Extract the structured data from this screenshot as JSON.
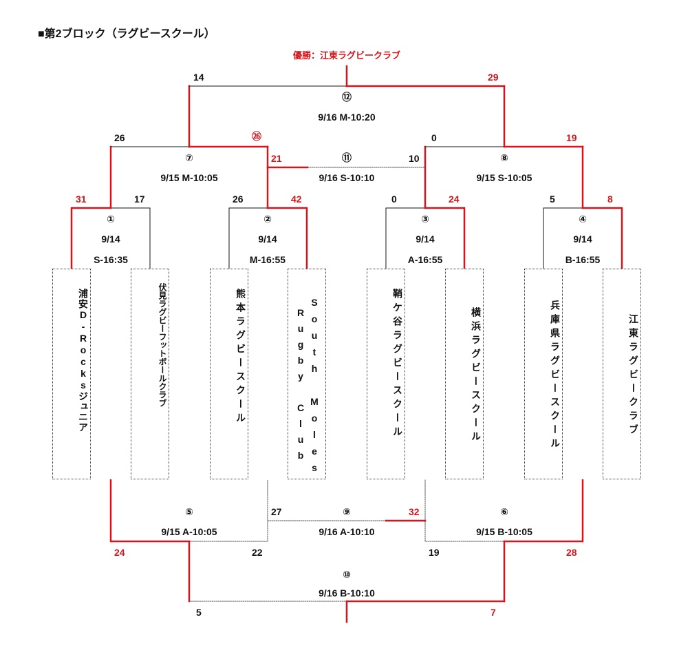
{
  "title": "■第2ブロック（ラグビースクール）",
  "champion": "優勝：江東ラグビークラブ",
  "teams": [
    {
      "name": "浦安D-Rocksジュニア"
    },
    {
      "name": "伏見ラグビーフットボールクラブ"
    },
    {
      "name": "熊本ラグビースクール"
    },
    {
      "name_line1": "South Moles",
      "name_line2": "Rugby Club"
    },
    {
      "name": "鞘ケ谷ラグビースクール"
    },
    {
      "name": "横浜ラグビースクール"
    },
    {
      "name": "兵庫県ラグビースクール"
    },
    {
      "name": "江東ラグビークラブ"
    }
  ],
  "matches": {
    "m1": {
      "num": "①",
      "date": "9/14",
      "slot": "S-16:35",
      "left_score": "31",
      "right_score": "17"
    },
    "m2": {
      "num": "②",
      "date": "9/14",
      "slot": "M-16:55",
      "left_score": "26",
      "right_score": "42"
    },
    "m3": {
      "num": "③",
      "date": "9/14",
      "slot": "A-16:55",
      "left_score": "0",
      "right_score": "24"
    },
    "m4": {
      "num": "④",
      "date": "9/14",
      "slot": "B-16:55",
      "left_score": "5",
      "right_score": "8"
    },
    "m5": {
      "num": "⑤",
      "info": "9/15 A-10:05",
      "left_score": "24",
      "right_score": "22"
    },
    "m6": {
      "num": "⑥",
      "info": "9/15 B-10:05",
      "left_score": "19",
      "right_score": "28"
    },
    "m7": {
      "num": "⑦",
      "info": "9/15 M-10:05",
      "left_score": "26",
      "right_score": "㉖",
      "right_note": "21"
    },
    "m8": {
      "num": "⑧",
      "info": "9/15 S-10:05",
      "left_score": "0",
      "right_score": "19"
    },
    "m9": {
      "num": "⑨",
      "info": "9/16 A-10:10",
      "left_score": "27",
      "right_score": "32"
    },
    "m10": {
      "num": "⑩",
      "info": "9/16 B-10:10",
      "left_score": "5",
      "right_score": "7"
    },
    "m11": {
      "num": "⑪",
      "info": "9/16 S-10:10",
      "left_score": "21",
      "right_score": "10"
    },
    "m12": {
      "num": "⑫",
      "info": "9/16 M-10:20",
      "left_score": "14",
      "right_score": "29"
    }
  },
  "colors": {
    "winner": "#d4161c",
    "loser": "#111111",
    "box_border": "#333333"
  }
}
